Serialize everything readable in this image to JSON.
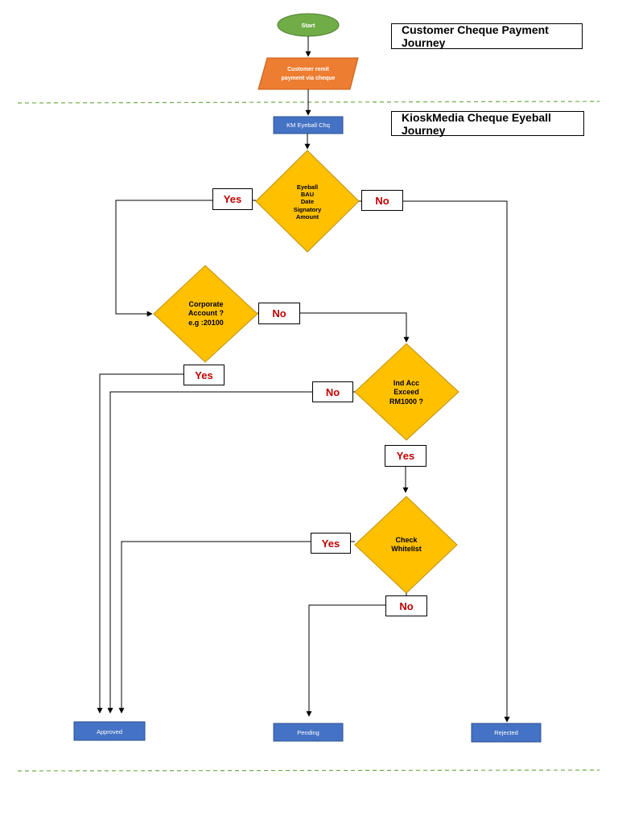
{
  "titles": {
    "customer_journey": "Customer Cheque Payment Journey",
    "kiosk_journey": "KioskMedia Cheque Eyeball Journey"
  },
  "nodes": {
    "start": "Start",
    "remit_line1": "Customer remit",
    "remit_line2": "payment via cheque",
    "km_eyeball": "KM Eyeball Chq",
    "eyeball_lines": [
      "Eyeball",
      "BAU",
      "Date",
      "Signatory",
      "Amount"
    ],
    "corporate_lines": [
      "Corporate",
      "Account ?",
      "e.g :20100"
    ],
    "ind_acc_lines": [
      "Ind Acc",
      "Exceed",
      "RM1000 ?"
    ],
    "whitelist_lines": [
      "Check",
      "Whitelist"
    ],
    "approved": "Approved",
    "pending": "Pending",
    "rejected": "Rejected"
  },
  "labels": {
    "yes": "Yes",
    "no": "No"
  },
  "colors": {
    "start_fill": "#70ad47",
    "parallelogram_fill": "#ed7d31",
    "decision_fill": "#ffc000",
    "terminal_fill": "#4472c4",
    "divider": "#70ad47",
    "label_text": "#c00000"
  }
}
